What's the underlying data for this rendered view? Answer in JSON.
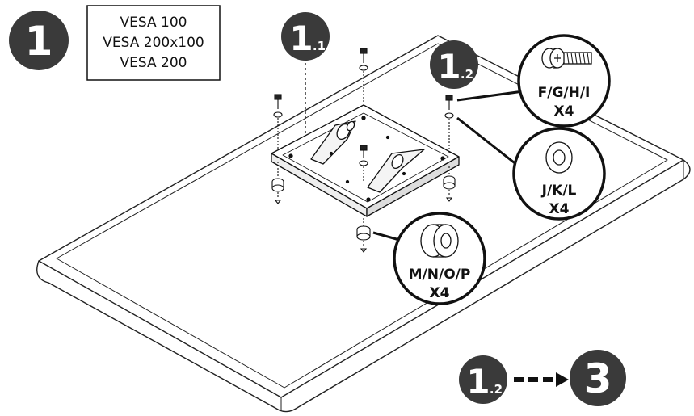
{
  "step": {
    "number": "1"
  },
  "vesa_box": {
    "lines": [
      "VESA 100",
      "VESA 200x100",
      "VESA 200"
    ]
  },
  "substeps": {
    "s11": {
      "main": "1",
      "sub": ".1"
    },
    "s12": {
      "main": "1",
      "sub": ".2"
    }
  },
  "parts": {
    "screw": {
      "label": "F/G/H/I",
      "qty": "X4"
    },
    "washer": {
      "label": "J/K/L",
      "qty": "X4"
    },
    "spacer": {
      "label": "M/N/O/P",
      "qty": "X4"
    }
  },
  "flow": {
    "from_main": "1",
    "from_sub": ".2",
    "to": "3"
  },
  "colors": {
    "badge": "#3a3a3a",
    "line": "#1a1a1a",
    "bg": "#ffffff"
  }
}
